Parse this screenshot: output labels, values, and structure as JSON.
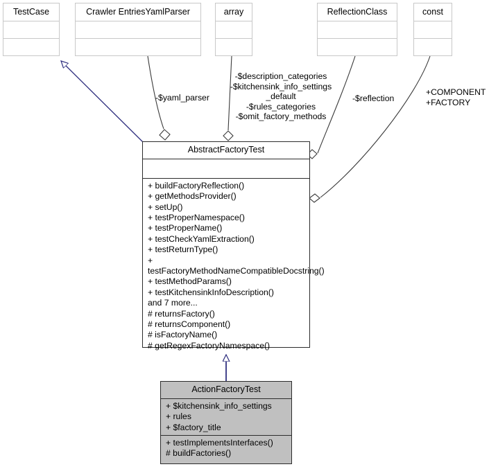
{
  "diagram": {
    "type": "uml-class-diagram",
    "title": "ActionFactoryTest class hierarchy"
  },
  "classes": {
    "testcase": {
      "name": "TestCase",
      "attributes": [],
      "operations": []
    },
    "yamlparser": {
      "name": "Crawler EntriesYamlParser",
      "attributes": [],
      "operations": []
    },
    "array": {
      "name": "array",
      "attributes": [],
      "operations": []
    },
    "reflectionclass": {
      "name": "ReflectionClass",
      "attributes": [],
      "operations": []
    },
    "const": {
      "name": "const",
      "attributes": [],
      "operations": []
    },
    "abstractfactorytest": {
      "name": "AbstractFactoryTest",
      "attributes": [],
      "operations": [
        "+ buildFactoryReflection()",
        "+ getMethodsProvider()",
        "+ setUp()",
        "+ testProperNamespace()",
        "+ testProperName()",
        "+ testCheckYamlExtraction()",
        "+ testReturnType()",
        "+ testFactoryMethodNameCompatibleDocstring()",
        "+ testMethodParams()",
        "+ testKitchensinkInfoDescription()",
        "and 7 more...",
        "# returnsFactory()",
        "# returnsComponent()",
        "# isFactoryName()",
        "# getRegexFactoryNamespace()"
      ]
    },
    "actionfactorytest": {
      "name": "ActionFactoryTest",
      "attributes": [
        "+ $kitchensink_info_settings",
        "+ rules",
        "+ $factory_title"
      ],
      "operations": [
        "+ testImplementsInterfaces()",
        "# buildFactories()"
      ]
    }
  },
  "edges": {
    "inheritance_testcase": {
      "from": "AbstractFactoryTest",
      "to": "TestCase",
      "kind": "generalization",
      "label": ""
    },
    "inheritance_action": {
      "from": "ActionFactoryTest",
      "to": "AbstractFactoryTest",
      "kind": "generalization",
      "label": ""
    },
    "yaml_parser": {
      "from": "Crawler EntriesYamlParser",
      "to": "AbstractFactoryTest",
      "kind": "aggregation",
      "label": "-$yaml_parser"
    },
    "array_members": {
      "from": "array",
      "to": "AbstractFactoryTest",
      "kind": "aggregation",
      "label": "-$description_categories\n-$kitchensink_info_settings\n_default\n-$rules_categories\n-$omit_factory_methods"
    },
    "reflection": {
      "from": "ReflectionClass",
      "to": "AbstractFactoryTest",
      "kind": "aggregation",
      "label": "-$reflection"
    },
    "const_members": {
      "from": "const",
      "to": "AbstractFactoryTest",
      "kind": "aggregation",
      "label": "+COMPONENT\n+FACTORY"
    }
  },
  "colors": {
    "background": "#ffffff",
    "extern_border": "#c8c8c8",
    "main_border": "#2b2b2b",
    "current_fill": "#c0c0c0",
    "generalization": "#2f2f7f",
    "association": "#3a3a3a",
    "text": "#000000"
  }
}
